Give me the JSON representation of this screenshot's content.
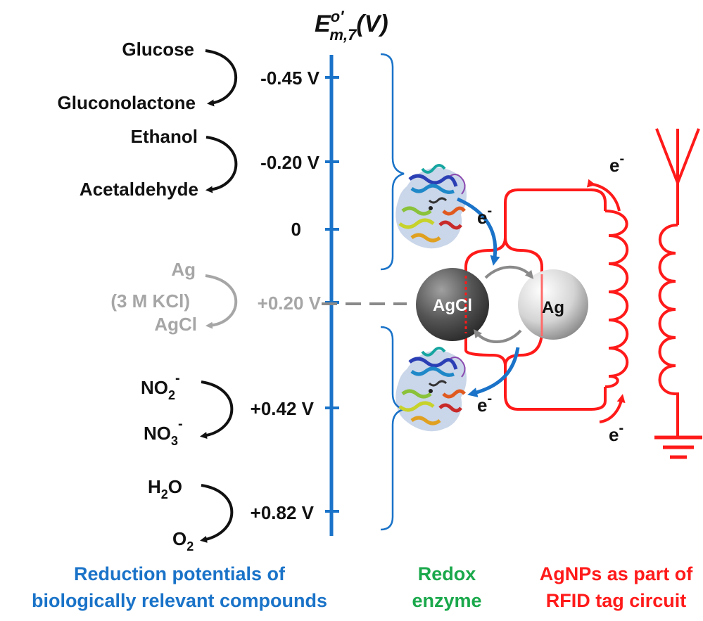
{
  "axis": {
    "title_main": "E",
    "title_sup": "o′",
    "title_sub": "m,7",
    "title_unit": "(V)",
    "ticks": [
      {
        "label": "-0.45 V",
        "value": -0.45
      },
      {
        "label": "-0.20 V",
        "value": -0.2
      },
      {
        "label": "0",
        "value": 0
      },
      {
        "label": "+0.20 V",
        "value": 0.2
      },
      {
        "label": "+0.42 V",
        "value": 0.42
      },
      {
        "label": "+0.82 V",
        "value": 0.82
      }
    ]
  },
  "couples": [
    {
      "top": "Glucose",
      "bottom": "Gluconolactone"
    },
    {
      "top": "Ethanol",
      "bottom": "Acetaldehyde"
    },
    {
      "top": "Ag",
      "middle": "(3 M KCl)",
      "bottom": "AgCl"
    },
    {
      "top_base": "NO",
      "top_sub": "2",
      "top_sup": "-",
      "bottom_base": "NO",
      "bottom_sub": "3",
      "bottom_sup": "-"
    },
    {
      "top_base": "H",
      "top_sub": "2",
      "top_tail": "O",
      "bottom_base": "O",
      "bottom_sub": "2"
    }
  ],
  "particles": {
    "left": "AgCl",
    "right": "Ag"
  },
  "electron": {
    "base": "e",
    "sup": "-"
  },
  "captions": {
    "left": "Reduction potentials of\nbiologically relevant compounds",
    "middle": "Redox\nenzyme",
    "right": "AgNPs as part of\nRFID tag circuit"
  },
  "colors": {
    "axis_blue": "#1a73c8",
    "gray": "#a6a6a6",
    "circuit_red": "#ff1a1a",
    "enzyme_green": "#1aa84b",
    "black": "#111111"
  }
}
